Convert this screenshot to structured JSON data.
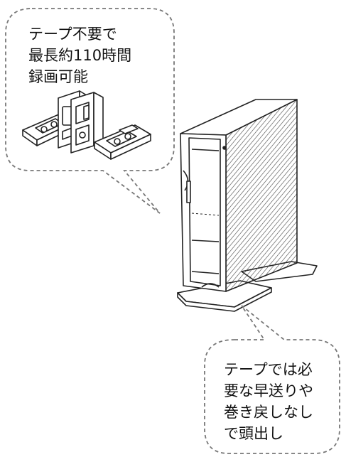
{
  "bubble_top": {
    "lines": [
      "テープ不要で",
      "最長約110時間",
      "録画可能"
    ]
  },
  "bubble_bottom": {
    "lines": [
      "テープでは必",
      "要な早送りや",
      "巻き戻しなし",
      "で頭出し"
    ]
  },
  "colors": {
    "outline": "#222222",
    "dashed": "#777777",
    "stripe": "#444444",
    "fill": "#ffffff"
  },
  "icons": [
    "vhs-cassette-icon",
    "hard-disk-recorder-illustration"
  ]
}
